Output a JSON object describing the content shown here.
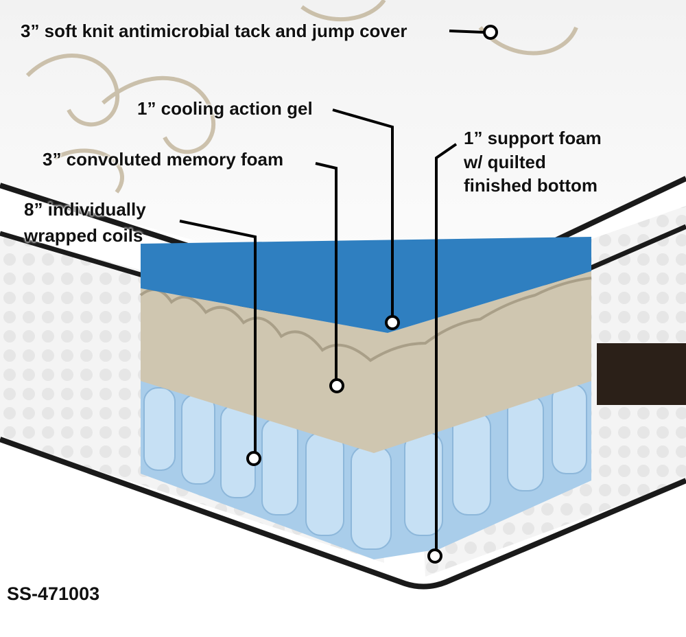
{
  "labels": {
    "cover": "3” soft knit antimicrobial tack and jump cover",
    "gel": "1” cooling action gel",
    "memory_foam": "3” convoluted memory foam",
    "coils_line1": "8” individually",
    "coils_line2": "wrapped coils",
    "support_line1": "1” support foam",
    "support_line2": "w/ quilted",
    "support_line3": "finished bottom"
  },
  "model_code": "SS-471003",
  "colors": {
    "gel": "#2f7fc0",
    "memory_foam": "#cfc6b0",
    "coils": "#a9cdea",
    "piping": "#1a1a1a"
  }
}
